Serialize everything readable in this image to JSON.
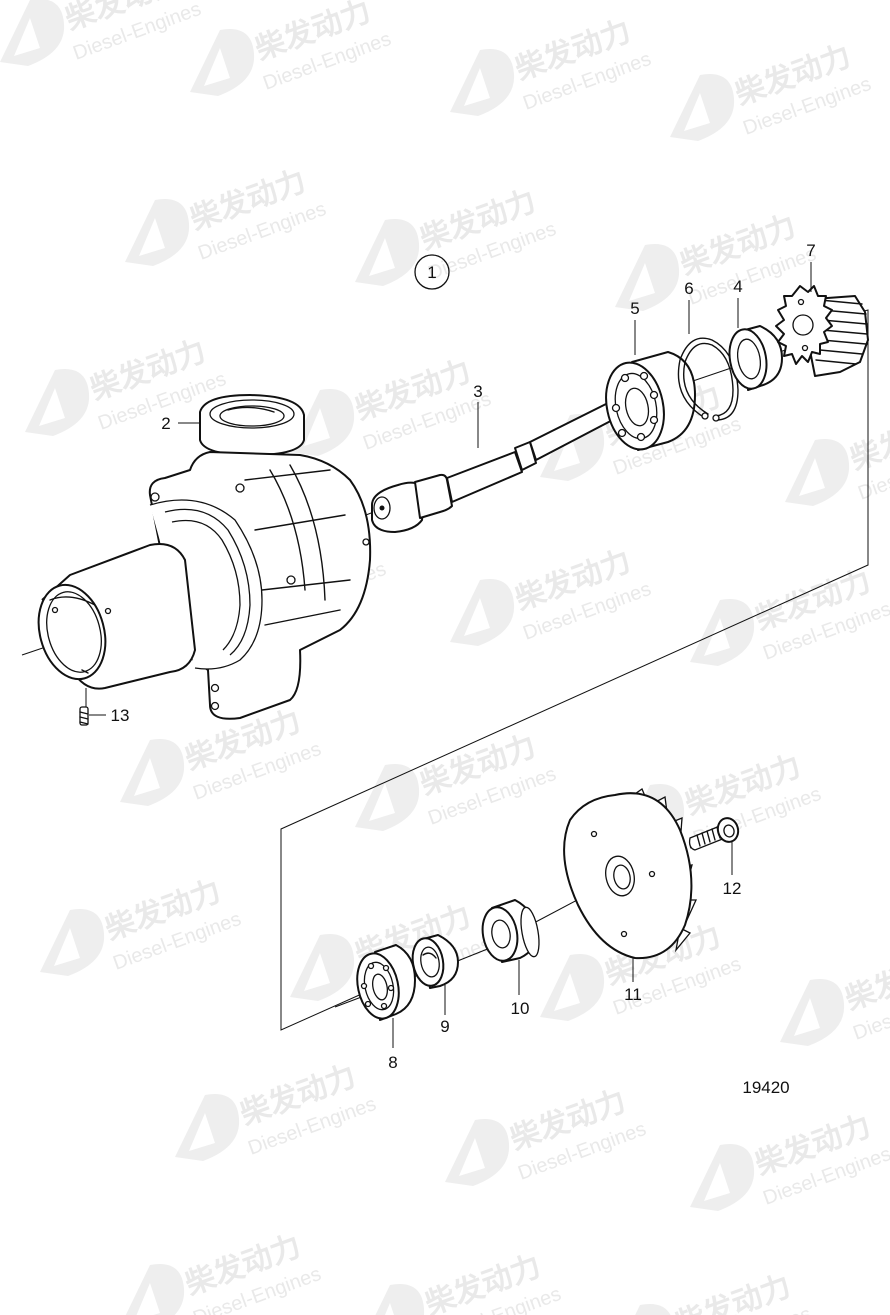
{
  "diagram": {
    "title_callout": "1",
    "drawing_number": "19420",
    "watermark": {
      "cn": "柴发动力",
      "en": "Diesel-Engines",
      "color": "#e9e9e9"
    },
    "parts": [
      {
        "id": "2",
        "label": "2",
        "name": "pump-housing"
      },
      {
        "id": "3",
        "label": "3",
        "name": "shaft"
      },
      {
        "id": "4",
        "label": "4",
        "name": "seal-ring"
      },
      {
        "id": "5",
        "label": "5",
        "name": "ball-bearing"
      },
      {
        "id": "6",
        "label": "6",
        "name": "circlip"
      },
      {
        "id": "7",
        "label": "7",
        "name": "gear"
      },
      {
        "id": "8",
        "label": "8",
        "name": "ball-bearing"
      },
      {
        "id": "9",
        "label": "9",
        "name": "seal-ring"
      },
      {
        "id": "10",
        "label": "10",
        "name": "seal"
      },
      {
        "id": "11",
        "label": "11",
        "name": "impeller"
      },
      {
        "id": "12",
        "label": "12",
        "name": "screw"
      },
      {
        "id": "13",
        "label": "13",
        "name": "screw"
      }
    ]
  }
}
